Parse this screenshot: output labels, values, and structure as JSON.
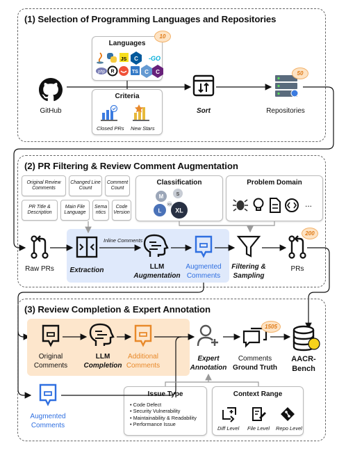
{
  "section1": {
    "title": "(1) Selection of Programming Languages and Repositories",
    "github": "GitHub",
    "languages_title": "Languages",
    "languages_count": "10",
    "lang_labels": [
      "JS",
      "TS",
      "C",
      "C",
      "C",
      "GO"
    ],
    "criteria_title": "Criteria",
    "criteria_items": [
      "Closed PRs",
      "New Stars"
    ],
    "sort": "Sort",
    "repositories": "Repositories",
    "repositories_count": "50"
  },
  "section2": {
    "title": "(2) PR Filtering & Review Comment Augmentation",
    "fields": [
      "Original Review Comments",
      "Changed Line Count",
      "Comment Count",
      "PR Title & Description",
      "Main File Language",
      "Sema ntics",
      "Code Version"
    ],
    "classification_title": "Classification",
    "classification_sizes": [
      "M",
      "S",
      "XS",
      "L",
      "XL"
    ],
    "problem_domain_title": "Problem Domain",
    "problem_domain_more": "...",
    "raw_prs": "Raw PRs",
    "extraction": "Extraction",
    "inline_comments": "Inline Comments",
    "llm": "LLM",
    "augmentation": "Augmentation",
    "augmented": "Augmented",
    "comments": "Comments",
    "filtering": "Filtering &",
    "sampling": "Sampling",
    "prs": "PRs",
    "prs_count": "200"
  },
  "section3": {
    "title": "(3) Review Completion & Expert Annotation",
    "original": "Original",
    "comments": "Comments",
    "llm": "LLM",
    "completion": "Completion",
    "additional": "Additional",
    "expert": "Expert",
    "annotation": "Annotation",
    "ground_comments": "Comments",
    "ground_truth": "Ground Truth",
    "ground_count": "1505",
    "bench1": "AACR-",
    "bench2": "Bench",
    "augmented": "Augmented",
    "augmented2": "Comments",
    "issue_title": "Issue Type",
    "issue_items": [
      "Code Defect",
      "Security Vulnerability",
      "Maintainability & Readability",
      "Performance Issue"
    ],
    "context_title": "Context Range",
    "context_items": [
      "Diff Level",
      "File Level",
      "Repo Level"
    ]
  },
  "colors": {
    "blue": "#2f6fe0",
    "orange": "#e8892a",
    "badge_bg": "#fde3c4",
    "highlight_blue": "#dfe9fb",
    "highlight_orange": "#fde6cc"
  }
}
